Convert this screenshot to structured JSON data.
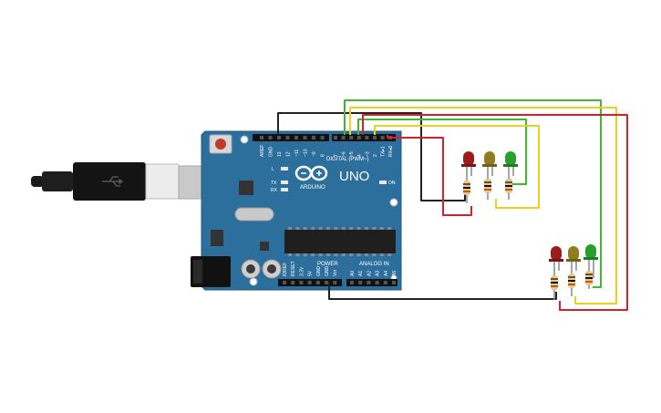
{
  "board": {
    "model": "UNO",
    "brand": "ARDUINO",
    "section_digital": "DIGITAL (PWM~)",
    "section_power": "POWER",
    "section_analog": "ANALOG IN",
    "led_l": "L",
    "led_tx": "TX",
    "led_rx": "RX",
    "led_on": "ON",
    "top_pins": [
      "AREF",
      "GND",
      "13",
      "12",
      "~11",
      "~10",
      "~9",
      "8",
      "7",
      "~6",
      "~5",
      "4",
      "~3",
      "2",
      "TX▸1",
      "RX◂0"
    ],
    "power_pins": [
      "IOREF",
      "RESET",
      "3.3V",
      "5V",
      "GND",
      "GND",
      "Vin"
    ],
    "analog_pins": [
      "A0",
      "A1",
      "A2",
      "A3",
      "A4",
      "A5"
    ]
  },
  "led_group_1": {
    "colors": [
      "red",
      "yellow",
      "green"
    ]
  },
  "led_group_2": {
    "colors": [
      "red",
      "yellow",
      "green"
    ]
  },
  "wire_colors": {
    "black": "#222222",
    "green": "#44b530",
    "yellow": "#e8d21c",
    "red": "#d8202a"
  },
  "colors": {
    "board": "#2c6f9e",
    "led_red": "#9c1c1c",
    "led_yellow": "#8f7e1e",
    "led_green": "#27a12a"
  }
}
